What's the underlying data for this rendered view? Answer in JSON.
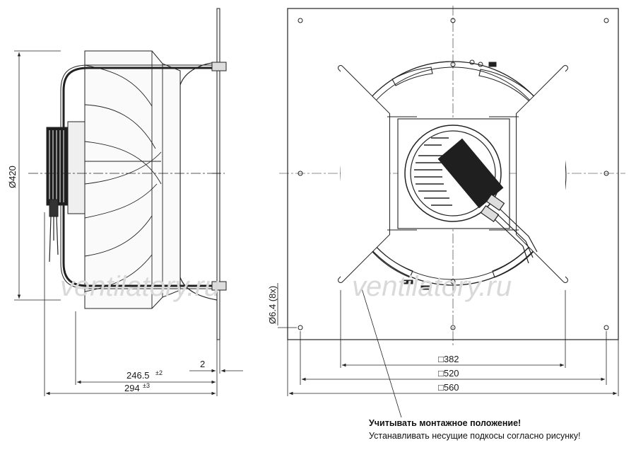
{
  "dimensions": {
    "diameter": "Ø420",
    "depth_inner": "246.5",
    "depth_inner_tol": "±2",
    "depth_total": "294",
    "depth_total_tol": "±3",
    "flange": "2",
    "holes": "Ø6.4 (8x)",
    "square_382": "□382",
    "square_520": "□520",
    "square_560": "□560"
  },
  "watermark": "ventilatory.ru",
  "note": {
    "bold": "Учитывать монтажное положение!",
    "regular": "Устанавливать несущие подкосы согласно рисунку!"
  }
}
